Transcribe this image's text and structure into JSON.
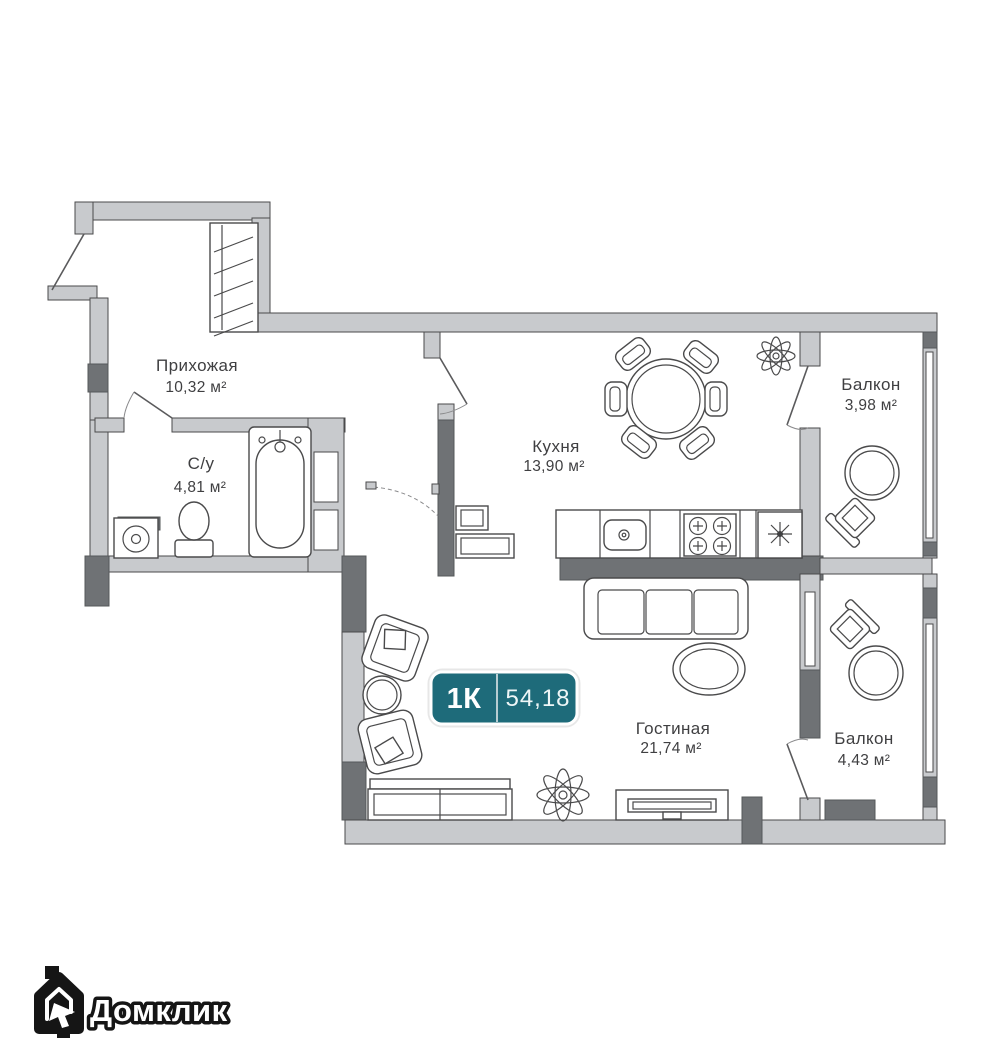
{
  "badge": {
    "rooms_label": "1К",
    "total_area": "54,18"
  },
  "rooms": [
    {
      "id": "hallway",
      "name": "Прихожая",
      "area": "10,32 м²"
    },
    {
      "id": "bathroom",
      "name": "С/у",
      "area": "4,81 м²"
    },
    {
      "id": "kitchen",
      "name": "Кухня",
      "area": "13,90 м²"
    },
    {
      "id": "balcony_top",
      "name": "Балкон",
      "area": "3,98 м²"
    },
    {
      "id": "living_room",
      "name": "Гостиная",
      "area": "21,74 м²"
    },
    {
      "id": "balcony_bottom",
      "name": "Балкон",
      "area": "4,43 м²"
    }
  ],
  "logo": {
    "brand": "Домклик"
  },
  "colors": {
    "badge_teal": "#1e6b7a",
    "wall_light": "#c8cacd",
    "wall_dark": "#6f7275",
    "label_text": "#3f3f41"
  }
}
